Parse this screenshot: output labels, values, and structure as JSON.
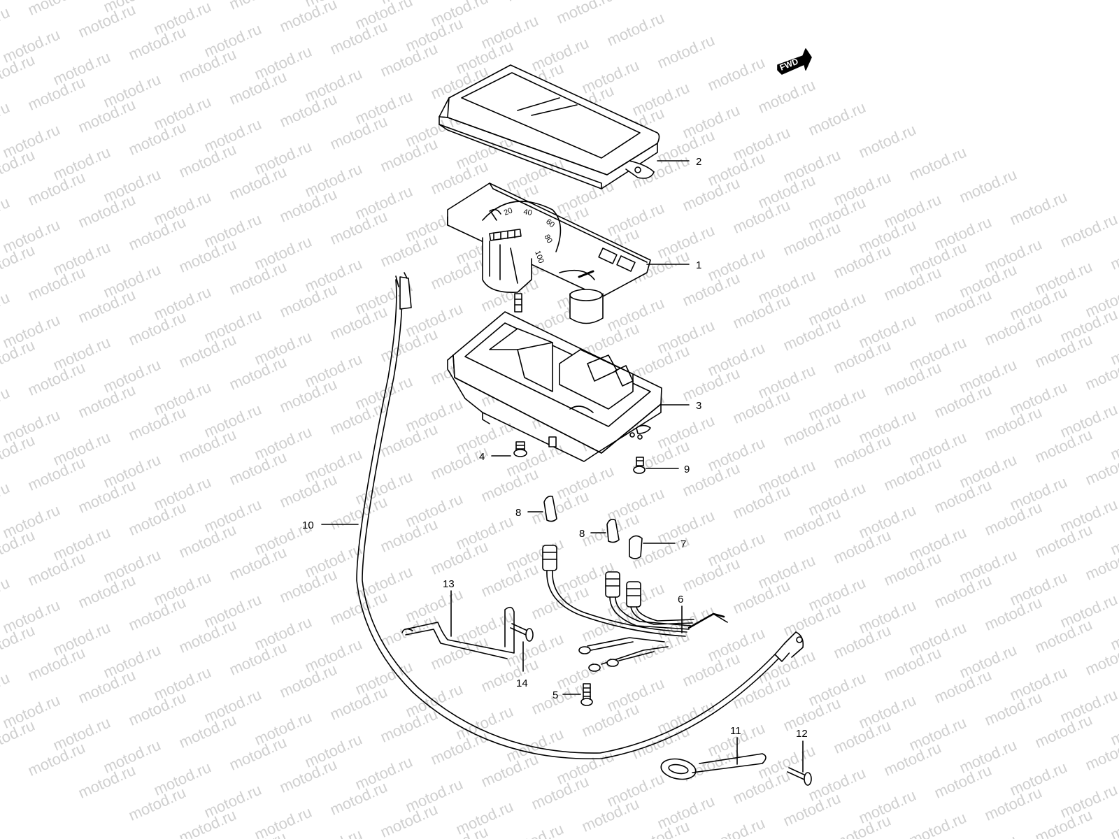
{
  "watermark": "motod.ru",
  "direction_indicator": "FWD",
  "dial": {
    "numbers": [
      "20",
      "40",
      "60",
      "80",
      "100"
    ]
  },
  "labels": [
    {
      "id": "1",
      "text": "1"
    },
    {
      "id": "2",
      "text": "2"
    },
    {
      "id": "3",
      "text": "3"
    },
    {
      "id": "4",
      "text": "4"
    },
    {
      "id": "5",
      "text": "5"
    },
    {
      "id": "6",
      "text": "6"
    },
    {
      "id": "7",
      "text": "7"
    },
    {
      "id": "8a",
      "text": "8"
    },
    {
      "id": "8b",
      "text": "8"
    },
    {
      "id": "9",
      "text": "9"
    },
    {
      "id": "10",
      "text": "10"
    },
    {
      "id": "11",
      "text": "11"
    },
    {
      "id": "12",
      "text": "12"
    },
    {
      "id": "13",
      "text": "13"
    },
    {
      "id": "14",
      "text": "14"
    }
  ],
  "colors": {
    "line": "#000000",
    "background": "#ffffff",
    "watermark": "#cfcfcf"
  }
}
